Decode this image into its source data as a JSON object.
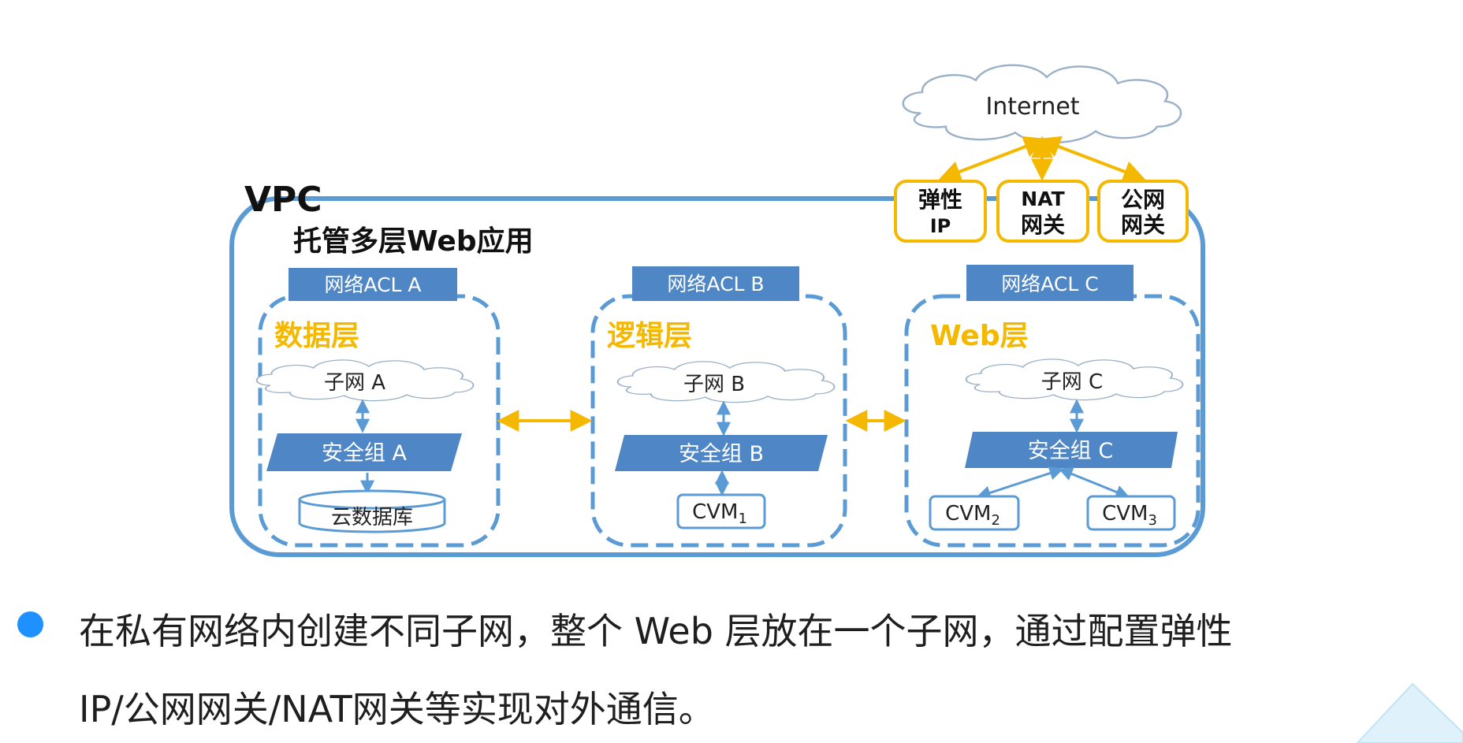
{
  "slide": {
    "title": "",
    "colors": {
      "blue": "#5b9bd5",
      "blue_fill": "#4f86c6",
      "blue_dark": "#2e5d94",
      "gold": "#f5b800",
      "bullet": "#1e90ff",
      "title": "#2b9de0"
    }
  },
  "diagram": {
    "internet": "Internet",
    "vpc_label": "VPC",
    "vpc_title": "托管多层Web应用",
    "gateways": [
      {
        "line1": "弹性",
        "line2": "IP"
      },
      {
        "line1": "NAT",
        "line2": "网关"
      },
      {
        "line1": "公网",
        "line2": "网关"
      }
    ],
    "tiers": [
      {
        "acl": "网络ACL A",
        "name": "数据层",
        "subnet": "子网 A",
        "sg": "安全组 A",
        "db": "云数据库"
      },
      {
        "acl": "网络ACL B",
        "name": "逻辑层",
        "subnet": "子网 B",
        "sg": "安全组 B",
        "cvm": "CVM",
        "cvm_sub": "1"
      },
      {
        "acl": "网络ACL C",
        "name": "Web层",
        "subnet": "子网 C",
        "sg": "安全组 C",
        "cvms": [
          {
            "base": "CVM",
            "sub": "2"
          },
          {
            "base": "CVM",
            "sub": "3"
          }
        ]
      }
    ]
  },
  "bullet": {
    "line1": "在私有网络内创建不同子网，整个 Web 层放在一个子网，通过配置弹性",
    "line2": "IP/公网网关/NAT网关等实现对外通信。"
  }
}
